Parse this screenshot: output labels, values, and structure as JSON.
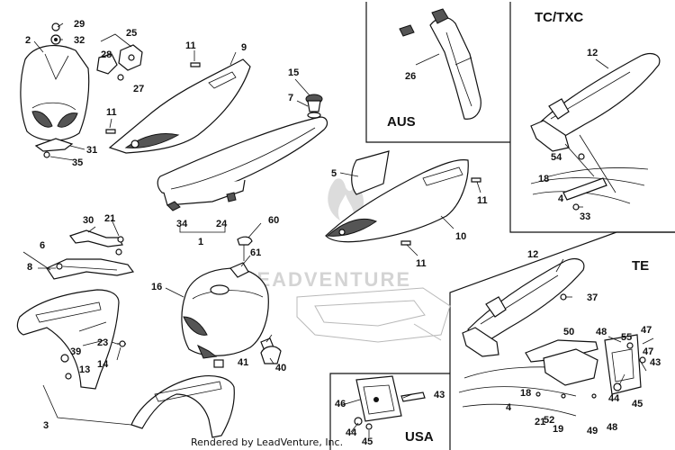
{
  "watermark": {
    "text": "LEADVENTURE"
  },
  "credit": "Rendered by LeadVenture, Inc.",
  "insets": {
    "aus": {
      "title": "AUS"
    },
    "tctxc": {
      "title": "TC/TXC"
    },
    "te": {
      "title": "TE"
    },
    "usa": {
      "title": "USA"
    }
  },
  "callouts": {
    "c29": "29",
    "c32": "32",
    "c2": "2",
    "c25": "25",
    "c28": "28",
    "c27": "27",
    "c11a": "11",
    "c11b": "11",
    "c11c": "11",
    "c11d": "11",
    "c9": "9",
    "c15": "15",
    "c7": "7",
    "c31": "31",
    "c35": "35",
    "c26": "26",
    "c12a": "12",
    "c12b": "12",
    "c54": "54",
    "c18a": "18",
    "c4a": "4",
    "c33": "33",
    "c5": "5",
    "c10": "10",
    "c34": "34",
    "c24": "24",
    "c1": "1",
    "c30": "30",
    "c21a": "21",
    "c60": "60",
    "c6": "6",
    "c8": "8",
    "c61": "61",
    "c16": "16",
    "c23": "23",
    "c39": "39",
    "c13": "13",
    "c14": "14",
    "c41": "41",
    "c40": "40",
    "c3": "3",
    "c37": "37",
    "c50": "50",
    "c48a": "48",
    "c55": "55",
    "c47a": "47",
    "c47b": "47",
    "c43a": "43",
    "c44a": "44",
    "c45a": "45",
    "c18b": "18",
    "c21b": "21",
    "c4b": "4",
    "c52": "52",
    "c19": "19",
    "c49": "49",
    "c48b": "48",
    "c46": "46",
    "c43b": "43",
    "c44b": "44",
    "c45b": "45"
  }
}
